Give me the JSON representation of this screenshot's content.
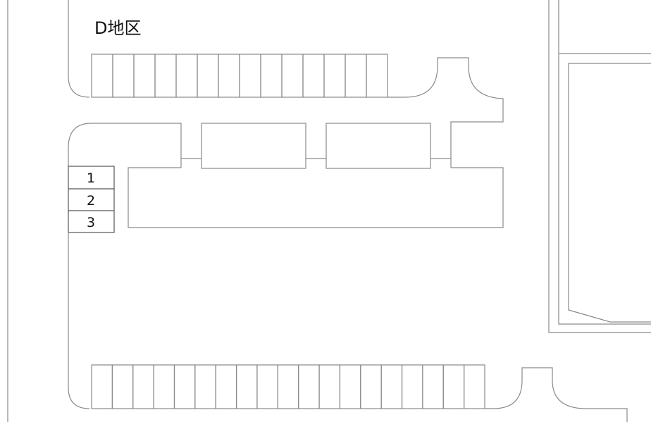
{
  "map": {
    "district_title": "D地区",
    "special_spots": [
      {
        "label": "1"
      },
      {
        "label": "2"
      },
      {
        "label": "3"
      }
    ],
    "parking_rows": {
      "top_row_stalls": 14,
      "bottom_row_stalls": 19
    }
  }
}
